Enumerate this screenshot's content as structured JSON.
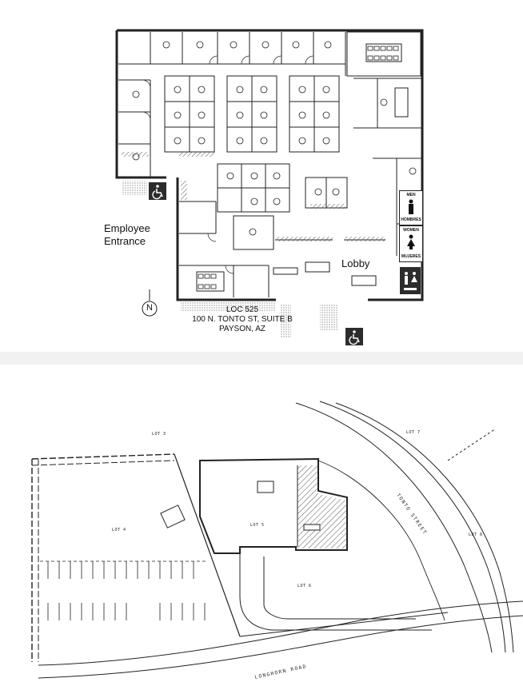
{
  "floor_plan": {
    "employee_entrance": [
      "Employee",
      "Entrance"
    ],
    "lobby": "Lobby",
    "north": "N",
    "address": [
      "LOC 525",
      "100 N. TONTO ST, SUITE B",
      "PAYSON, AZ"
    ],
    "restroom_men": [
      "MEN",
      "HOMBRES"
    ],
    "restroom_women": [
      "WOMEN",
      "MUJERES"
    ],
    "icons": [
      "wheelchair-icon",
      "north-arrow-icon",
      "restroom-icon"
    ]
  },
  "site_plan": {
    "street_tonto": "TONTO STREET",
    "street_longhorn": "LONGHORN ROAD",
    "lots": [
      "LOT 3",
      "LOT 4",
      "LOT 5",
      "LOT 6",
      "LOT 7",
      "LOT 8"
    ]
  },
  "colors": {
    "line": "#222222",
    "hatch": "#555555",
    "badge": "#2c2c2c"
  }
}
